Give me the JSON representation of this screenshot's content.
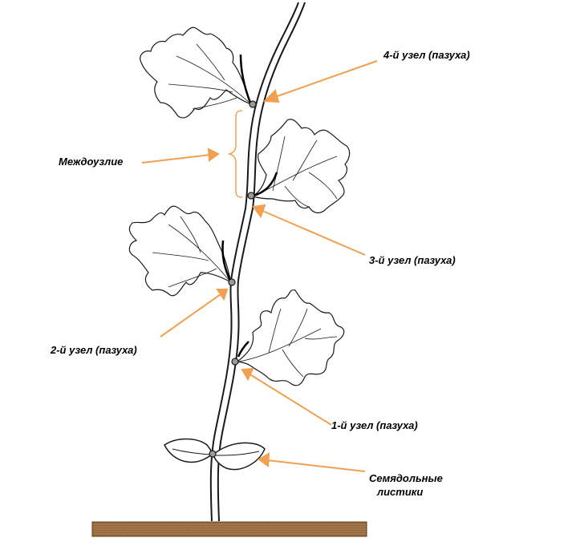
{
  "colors": {
    "arrow": "#f0a050",
    "brace": "#f0a050",
    "stem": "#1a1a1a",
    "soil": "#a4764a",
    "node": "#9a9a9a"
  },
  "labels": {
    "node4": "4-й узел (пазуха)",
    "internode": "Междоузлие",
    "node3": "3-й узел (пазуха)",
    "node2": "2-й узел (пазуха)",
    "node1": "1-й узел (пазуха)",
    "cotyledons_line1": "Семядольные",
    "cotyledons_line2": "листики"
  }
}
